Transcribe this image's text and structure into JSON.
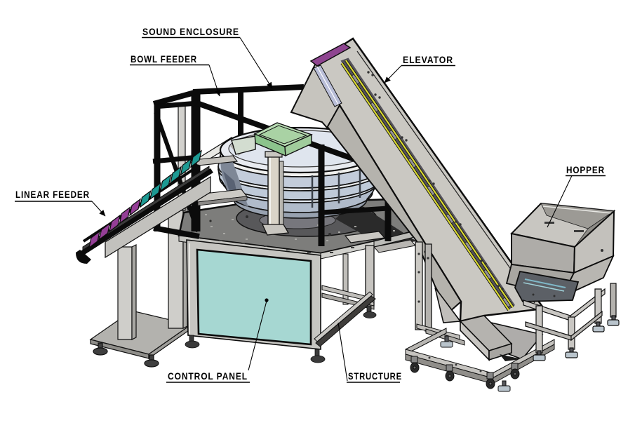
{
  "diagram": {
    "type": "technical-illustration",
    "subject": "vibratory bowl feeder system with elevator and hopper",
    "background": "#ffffff",
    "callouts": [
      {
        "id": "sound-enclosure",
        "label": "SOUND ENCLOSURE"
      },
      {
        "id": "bowl-feeder",
        "label": "BOWL FEEDER"
      },
      {
        "id": "elevator",
        "label": "ELEVATOR"
      },
      {
        "id": "hopper",
        "label": "HOPPER"
      },
      {
        "id": "linear-feeder",
        "label": "LINEAR FEEDER"
      },
      {
        "id": "control-panel",
        "label": "CONTROL PANEL"
      },
      {
        "id": "structure",
        "label": "STRUCTURE"
      }
    ],
    "colors": {
      "machine_gray": "#c9c7c1",
      "machine_gray_shade": "#b3b1ab",
      "table_top_gray": "#7d7d7b",
      "control_panel_teal": "#a6d7d2",
      "bucket_purple": "#943e96",
      "bucket_teal": "#1d9a93",
      "belt_stripe_yellow": "#d8d832",
      "elevator_tip_purple": "#8e4590",
      "bowl_band_blue": "#c7d1df",
      "green_tray": "#b7dcb4",
      "enclosure_frame_black": "#0b0b0b",
      "foot_pad_blue_gray": "#b9c4cc"
    }
  }
}
